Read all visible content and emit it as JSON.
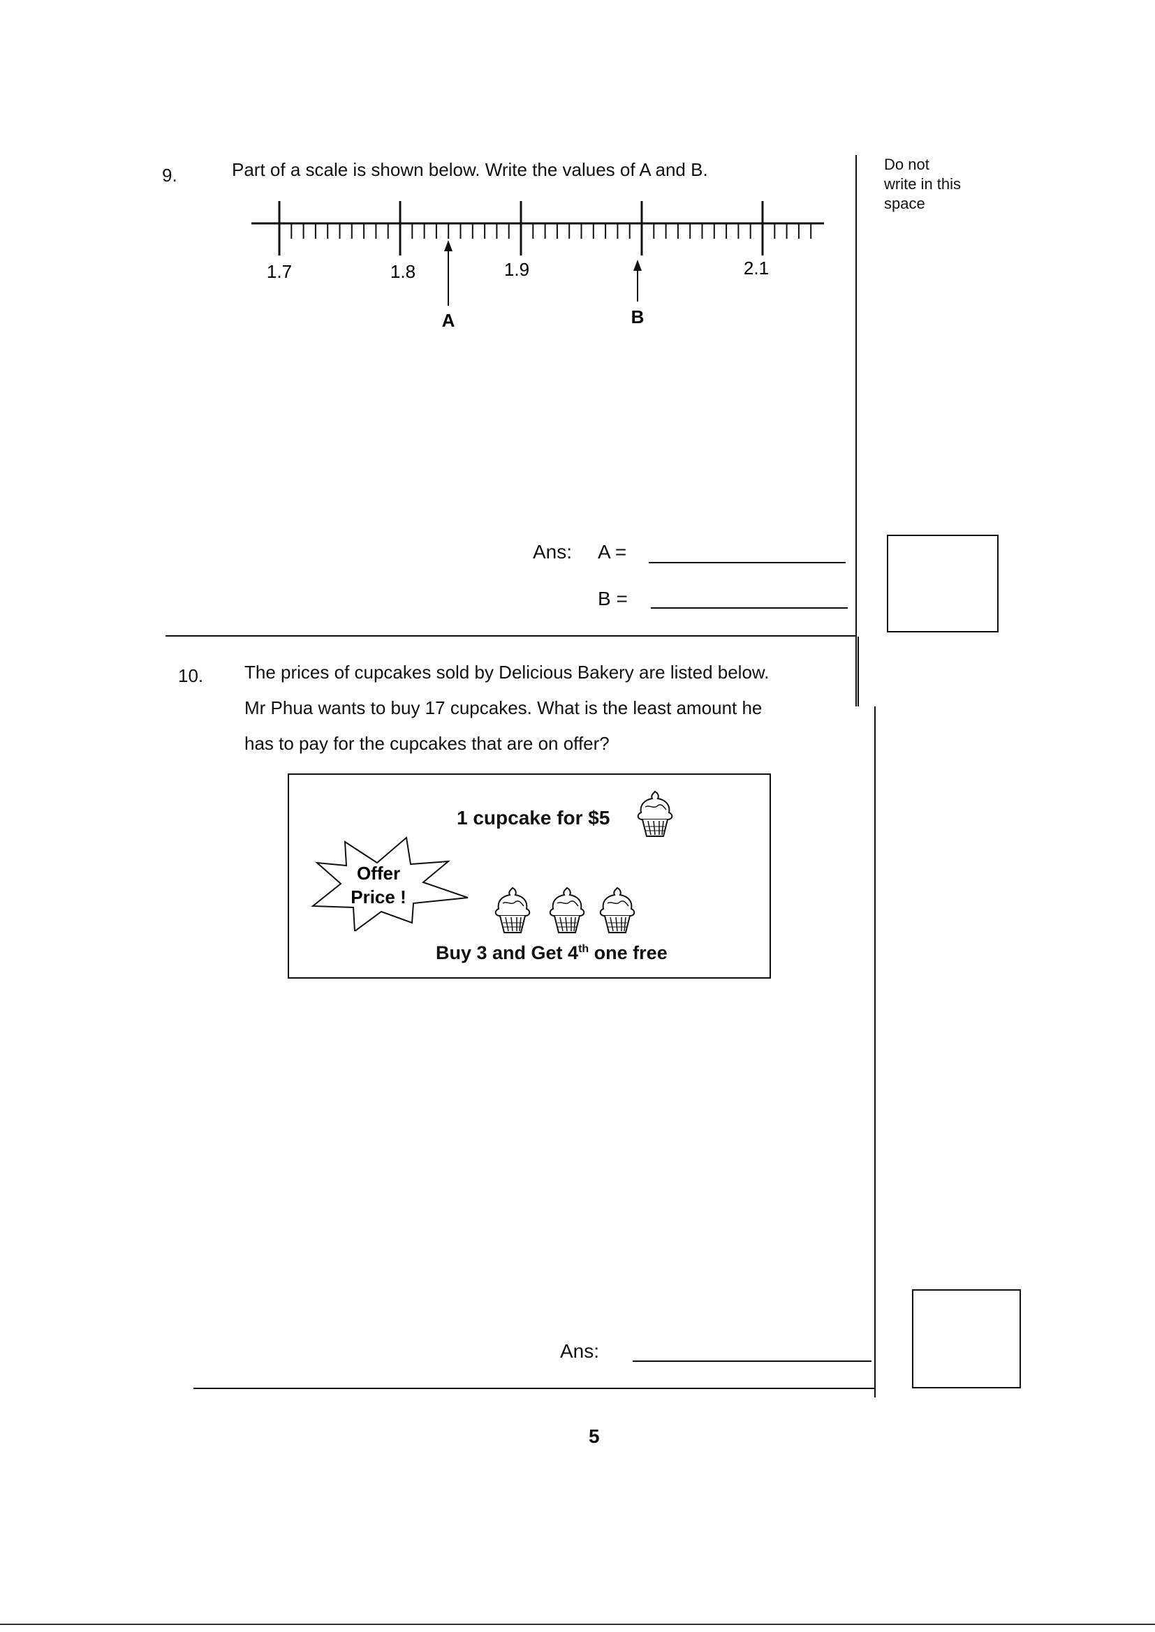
{
  "margin_note": [
    "Do not",
    "write in this",
    "space"
  ],
  "q9": {
    "number": "9.",
    "text": "Part of a scale is shown below. Write the values of A and B.",
    "scale_labels": [
      "1.7",
      "1.8",
      "1.9",
      "2.1"
    ],
    "pointer_a": "A",
    "pointer_b": "B",
    "ans_label": "Ans:",
    "ans_a": "A =",
    "ans_b": "B ="
  },
  "q10": {
    "number": "10.",
    "lines": [
      "The prices of cupcakes sold by Delicious Bakery are listed below.",
      "Mr Phua wants to buy 17 cupcakes. What is the least amount he",
      "has to pay for the cupcakes that are on offer?"
    ],
    "offer_burst": [
      "Offer",
      "Price !"
    ],
    "offer_single": "1 cupcake for $5",
    "offer_deal_prefix": "Buy 3 and Get 4",
    "offer_deal_sup": "th",
    "offer_deal_suffix": " one free",
    "ans_label": "Ans:"
  },
  "page_number": "5"
}
